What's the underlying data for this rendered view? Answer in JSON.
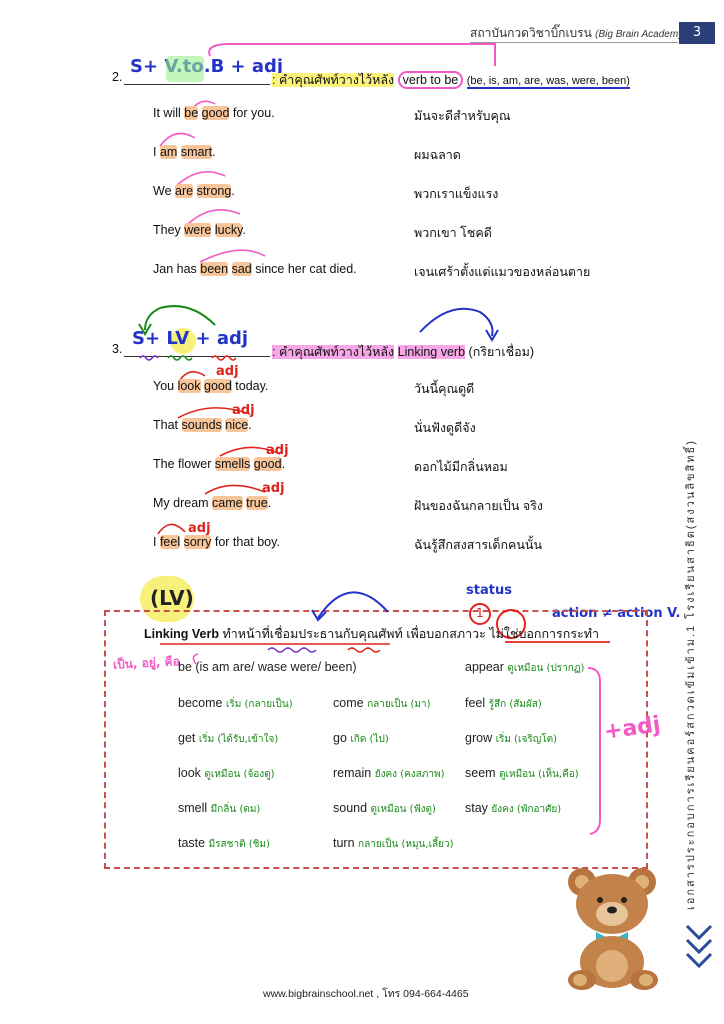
{
  "header": {
    "school": "สถาบันกวดวิชาบิ๊กเบรน",
    "academy": "Big Brain Academy",
    "page_number": "3"
  },
  "section2": {
    "number": "2.",
    "handwritten_formula": "S+ V.to.B + adj",
    "title_prefix": ": คำคุณศัพท์วางไว้หลัง",
    "title_verb": "verb to be",
    "title_forms": "(be, is, am, are, was, were, been)",
    "rows": [
      {
        "pre": "It will ",
        "hl": "be",
        "mid": " ",
        "hl2": "good",
        "post": " for you.",
        "th": "มันจะดีสำหรับคุณ"
      },
      {
        "pre": "I ",
        "hl": "am",
        "mid": " ",
        "hl2": "smart",
        "post": ".",
        "th": "ผมฉลาด"
      },
      {
        "pre": "We ",
        "hl": "are",
        "mid": " ",
        "hl2": "strong",
        "post": ".",
        "th": "พวกเราแข็งแรง"
      },
      {
        "pre": "They ",
        "hl": "were",
        "mid": " ",
        "hl2": "lucky",
        "post": ".",
        "th": "พวกเขา โชคดี"
      },
      {
        "pre": "Jan has ",
        "hl": "been",
        "mid": " ",
        "hl2": "sad",
        "post": " since her cat died.",
        "th": "เจนเศร้าตั้งแต่แมวของหล่อนตาย"
      }
    ]
  },
  "section3": {
    "number": "3.",
    "handwritten_formula": "S+ LV + adj",
    "title_prefix": ": คำคุณศัพท์วางไว้หลัง",
    "title_verb": "Linking verb",
    "title_suffix": "(กริยาเชื่อม)",
    "adj_mark": "adj",
    "rows": [
      {
        "pre": "You ",
        "hl": "look",
        "mid": " ",
        "hl2": "good",
        "post": " today.",
        "th": "วันนี้คุณดูดี"
      },
      {
        "pre": "That ",
        "hl": "sounds",
        "mid": " ",
        "hl2": "nice",
        "post": ".",
        "th": "นั่นฟังดูดีจัง"
      },
      {
        "pre": "The flower ",
        "hl": "smells",
        "mid": " ",
        "hl2": "good",
        "post": ".",
        "th": "ดอกไม้มีกลิ่นหอม"
      },
      {
        "pre": "My dream ",
        "hl": "came",
        "mid": " ",
        "hl2": "true",
        "post": ".",
        "th": "ฝันของฉันกลายเป็น จริง"
      },
      {
        "pre": "I ",
        "hl": "feel",
        "mid": " ",
        "hl2": "sorry",
        "post": " for that boy.",
        "th": "ฉันรู้สึกสงสารเด็กคนนั้น"
      }
    ]
  },
  "lv_box": {
    "tag": "(LV)",
    "status_note": "status",
    "action_note": "action ≠ action V.",
    "left_note": "เป็น, อยู่, คือ",
    "adj_note": "+adj",
    "circle_note": "1",
    "title_en": "Linking Verb",
    "title_th": "ทำหน้าที่เชื่อมประธานกับคุณศัพท์ เพื่อบอกสภาวะ ไม่ใช่บอกการกระทำ",
    "be_line": "be (is am are/ wase were/ been)",
    "appear": {
      "word": "appear",
      "note": "ดูเหมือน (ปรากฏ)"
    },
    "grid": [
      [
        {
          "word": "become",
          "note": "เริ่ม (กลายเป็น)"
        },
        {
          "word": "come",
          "note": "กลายเป็น (มา)"
        },
        {
          "word": "feel",
          "note": "รู้สึก (สัมผัส)"
        }
      ],
      [
        {
          "word": "get",
          "note": "เริ่ม (ได้รับ,เข้าใจ)"
        },
        {
          "word": "go",
          "note": "เกิด (ไป)"
        },
        {
          "word": "grow",
          "note": "เริ่ม (เจริญโต)"
        }
      ],
      [
        {
          "word": "look",
          "note": "ดูเหมือน (จ้องดู)"
        },
        {
          "word": "remain",
          "note": "ยังคง (คงสภาพ)"
        },
        {
          "word": "seem",
          "note": "ดูเหมือน (เห็น,คือ)"
        }
      ],
      [
        {
          "word": "smell",
          "note": "มีกลิ่น (ดม)"
        },
        {
          "word": "sound",
          "note": "ดูเหมือน (ฟังดู)"
        },
        {
          "word": "stay",
          "note": "ยังคง (พักอาศัย)"
        }
      ],
      [
        {
          "word": "taste",
          "note": "มีรสชาติ (ชิม)"
        },
        {
          "word": "turn",
          "note": "กลายเป็น (หมุน,เลี้ยว)"
        },
        {
          "word": "",
          "note": ""
        }
      ]
    ]
  },
  "side_text": "เอกสารประกอบการเรียนคอร์สกวดเข้มเข้าม.1 โรงเรียนสาธิต(สงวนลิขสิทธิ์)",
  "footer": "www.bigbrainschool.net , โทร 094-664-4465"
}
